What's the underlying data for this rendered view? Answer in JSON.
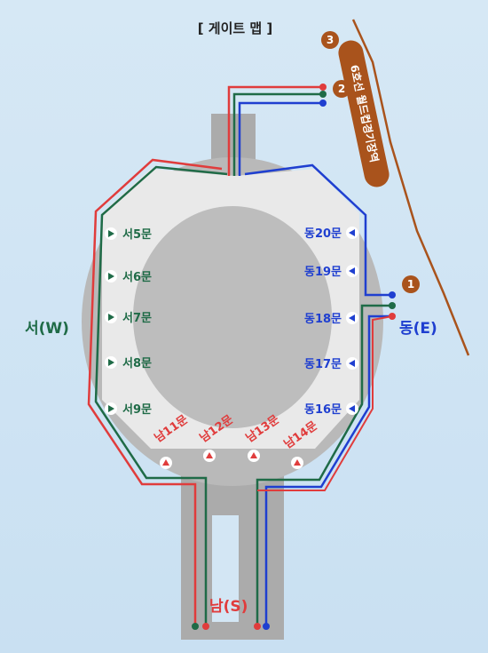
{
  "title": "[ 게이트 맵 ]",
  "directions": {
    "west": "서(W)",
    "east": "동(E)",
    "south": "남(S)"
  },
  "station": "6호선 월드컵경기장역",
  "exits": [
    "1",
    "2",
    "3"
  ],
  "gates": {
    "west": [
      "서5문",
      "서6문",
      "서7문",
      "서8문",
      "서9문"
    ],
    "east": [
      "동20문",
      "동19문",
      "동18문",
      "동17문",
      "동16문"
    ],
    "south": [
      "남11문",
      "남12문",
      "남13문",
      "남14문"
    ]
  },
  "colors": {
    "background": "#d3e6f4",
    "building": "#e8e8e8",
    "field": "#bcbcbc",
    "road": "#ababab",
    "west_line": "#1f6b47",
    "east_line": "#1f3fd0",
    "south_line": "#e03c3c",
    "metro": "#a9531c"
  }
}
